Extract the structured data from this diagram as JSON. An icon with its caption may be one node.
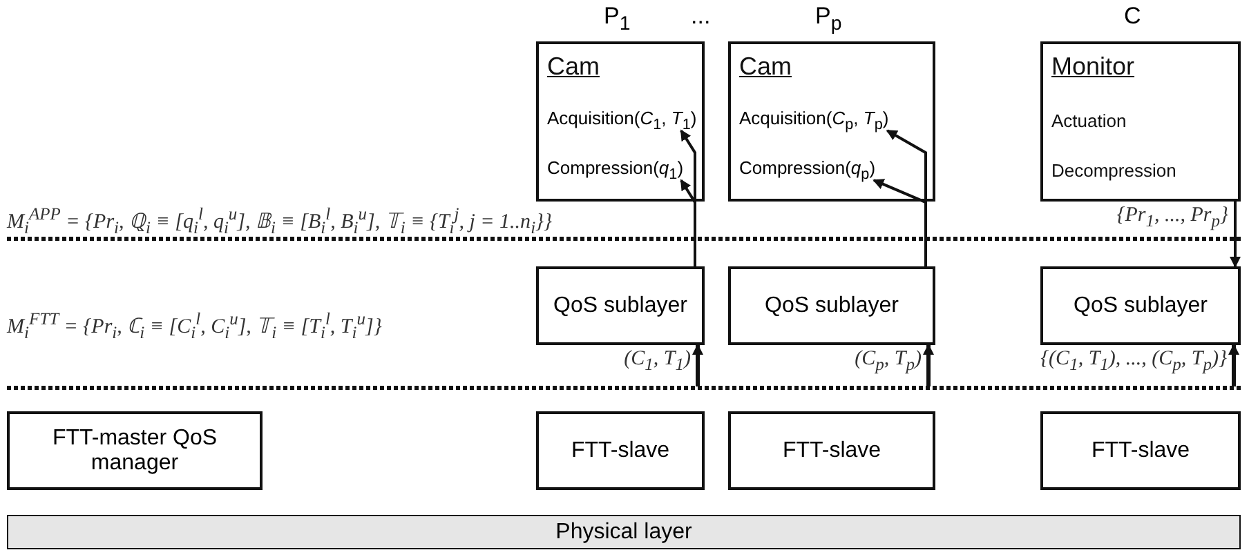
{
  "diagram": {
    "nodes": [
      {
        "text": [
          "Cam"
        ],
        "beside": [
          "P$_{1}$"
        ]
      },
      {
        "text": [
          "Acquisition(*C*$_{1}$, *T*$_{1}$)"
        ],
        "in": 0
      },
      {
        "text": [
          "Compression(*q*$_{1}$)"
        ],
        "in": 0
      },
      {
        "text": [
          "Cam"
        ],
        "beside": [
          "P$_{p}$"
        ]
      },
      {
        "text": [
          "Acquisition(*C*$_{p}$, *T*$_{p}$)"
        ],
        "in": 3
      },
      {
        "text": [
          "Compression(*q*$_{p}$)"
        ],
        "in": 3
      },
      {
        "text": [
          "Monitor",
          "Actuation",
          "Decompression"
        ],
        "beside": [
          "C"
        ]
      },
      {
        "text": [
          "QoS sublayer"
        ]
      },
      {
        "text": [
          "QoS sublayer"
        ]
      },
      {
        "text": [
          "QoS sublayer"
        ]
      },
      {
        "text": [
          "FTT-master QoS manager"
        ]
      },
      {
        "text": [
          "FTT-slave"
        ]
      },
      {
        "text": [
          "FTT-slave"
        ]
      },
      {
        "text": [
          "FTT-slave"
        ]
      },
      {
        "text": [
          "Physical layer"
        ]
      }
    ],
    "edges": [
      {
        "from": 7,
        "to": 1,
        "arrow": "to"
      },
      {
        "from": 7,
        "to": 2,
        "arrow": "to"
      },
      {
        "from": 8,
        "to": 4,
        "arrow": "to"
      },
      {
        "from": 8,
        "to": 5,
        "arrow": "to"
      },
      {
        "from": null,
        "to": 7,
        "arrow": "to",
        "label": "(C$_{1}$, T$_{1}$)"
      },
      {
        "from": null,
        "to": 8,
        "arrow": "to",
        "label": "(C$_{p}$, T$_{p}$)"
      },
      {
        "from": null,
        "to": 9,
        "arrow": "to",
        "label": "{(C$_{1}$, T$_{1}$), ..., (C$_{p}$, T$_{p}$)}"
      },
      {
        "from": 6,
        "to": 9,
        "arrow": "to",
        "label": "{Pr$_{1}$, ..., Pr$_{p}$}"
      }
    ],
    "labels": [
      "...",
      "M$_{i}$$^{APP}$ = {Pr$_{i}$, ℚ$_{i}$ ≡ [q$_{i}$$^{l}$, q$_{i}$$^{u}$], 𝔹$_{i}$ ≡ [B$_{i}$$^{l}$, B$_{i}$$^{u}$], 𝕋$_{i}$ ≡ {T$_{i}$$^{j}$, j = 1..n$_{i}$}}",
      "M$_{i}$$^{FTT}$ = {Pr$_{i}$, ℂ$_{i}$ ≡ [C$_{i}$$^{l}$, C$_{i}$$^{u}$], 𝕋$_{i}$ ≡ [T$_{i}$$^{l}$, T$_{i}$$^{u}$]}"
    ]
  }
}
